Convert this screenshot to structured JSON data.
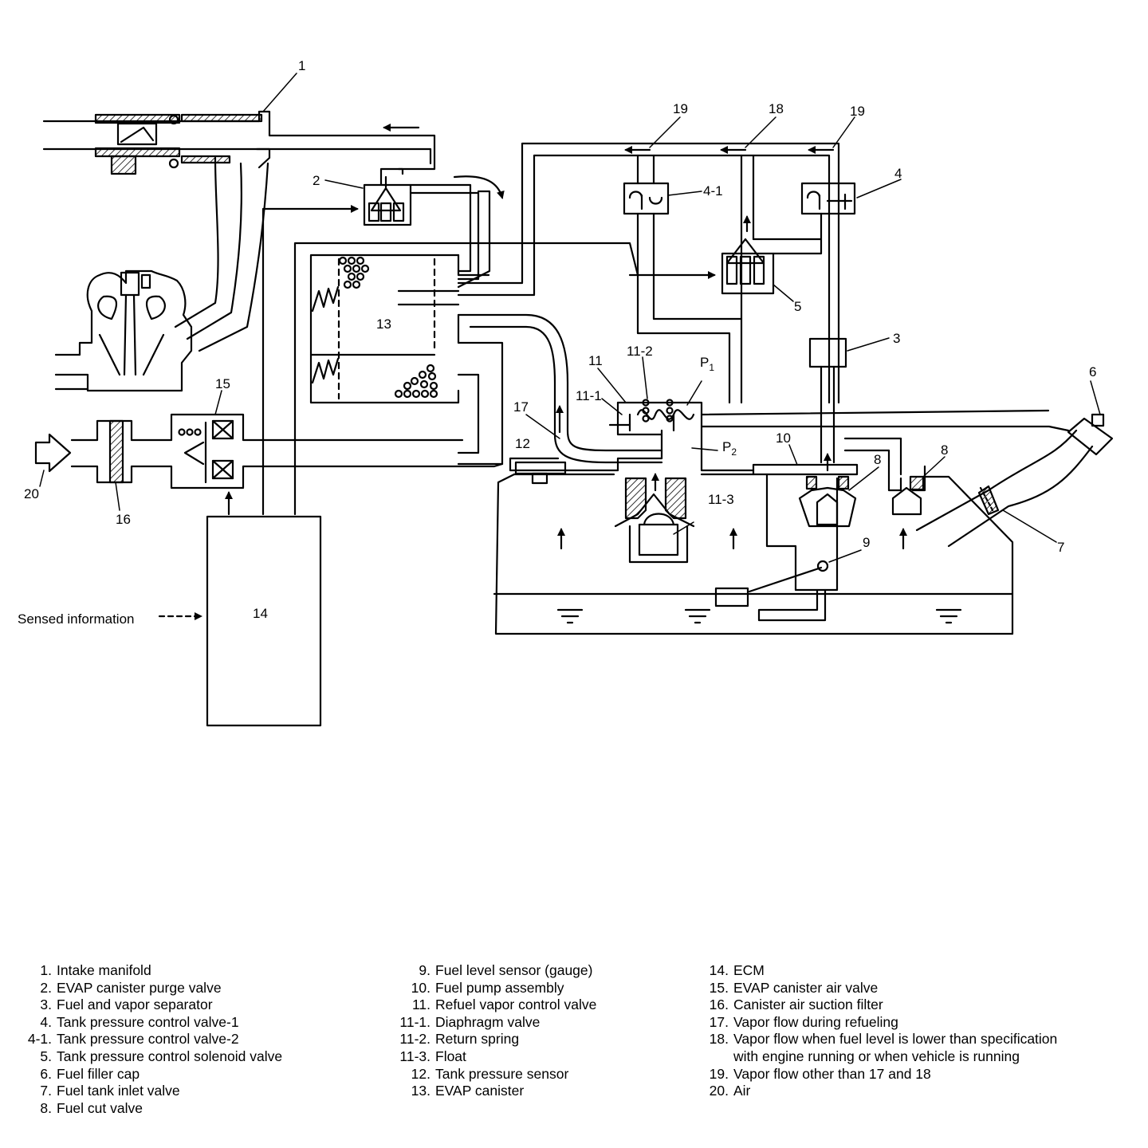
{
  "diagram": {
    "callouts": {
      "c1": "1",
      "c2": "2",
      "c3": "3",
      "c4": "4",
      "c4_1": "4-1",
      "c5": "5",
      "c6": "6",
      "c7": "7",
      "c8a": "8",
      "c8b": "8",
      "c9": "9",
      "c10": "10",
      "c11": "11",
      "c11_1": "11-1",
      "c11_2": "11-2",
      "c11_3": "11-3",
      "c12": "12",
      "c13": "13",
      "c14": "14",
      "c15": "15",
      "c16": "16",
      "c17": "17",
      "c18": "18",
      "c19a": "19",
      "c19b": "19",
      "c20": "20",
      "p1_base": "P",
      "p1_sub": "1",
      "p2_base": "P",
      "p2_sub": "2"
    },
    "sensed_information": "Sensed information"
  },
  "legend": {
    "col1": [
      {
        "num": "1.",
        "text": "Intake manifold"
      },
      {
        "num": "2.",
        "text": "EVAP canister purge valve"
      },
      {
        "num": "3.",
        "text": "Fuel and vapor separator"
      },
      {
        "num": "4.",
        "text": "Tank pressure control valve-1"
      },
      {
        "num": "4-1.",
        "text": "Tank pressure control valve-2"
      },
      {
        "num": "5.",
        "text": "Tank pressure control solenoid valve"
      },
      {
        "num": "6.",
        "text": "Fuel filler cap"
      },
      {
        "num": "7.",
        "text": "Fuel tank inlet valve"
      },
      {
        "num": "8.",
        "text": "Fuel cut valve"
      }
    ],
    "col2": [
      {
        "num": "9.",
        "text": "Fuel level sensor (gauge)"
      },
      {
        "num": "10.",
        "text": "Fuel pump assembly"
      },
      {
        "num": "11.",
        "text": "Refuel vapor control valve"
      },
      {
        "num": "11-1.",
        "text": "Diaphragm valve"
      },
      {
        "num": "11-2.",
        "text": "Return spring"
      },
      {
        "num": "11-3.",
        "text": "Float"
      },
      {
        "num": "12.",
        "text": "Tank pressure sensor"
      },
      {
        "num": "13.",
        "text": "EVAP canister"
      }
    ],
    "col3": [
      {
        "num": "14.",
        "text": "ECM"
      },
      {
        "num": "15.",
        "text": "EVAP canister air valve"
      },
      {
        "num": "16.",
        "text": "Canister air suction filter"
      },
      {
        "num": "17.",
        "text": "Vapor flow during refueling"
      },
      {
        "num": "18.",
        "text": "Vapor flow when fuel level is lower than specification"
      },
      {
        "num": "",
        "text": "with engine running or when vehicle is running"
      },
      {
        "num": "19.",
        "text": "Vapor flow other than 17 and 18"
      },
      {
        "num": "20.",
        "text": "Air"
      }
    ]
  }
}
